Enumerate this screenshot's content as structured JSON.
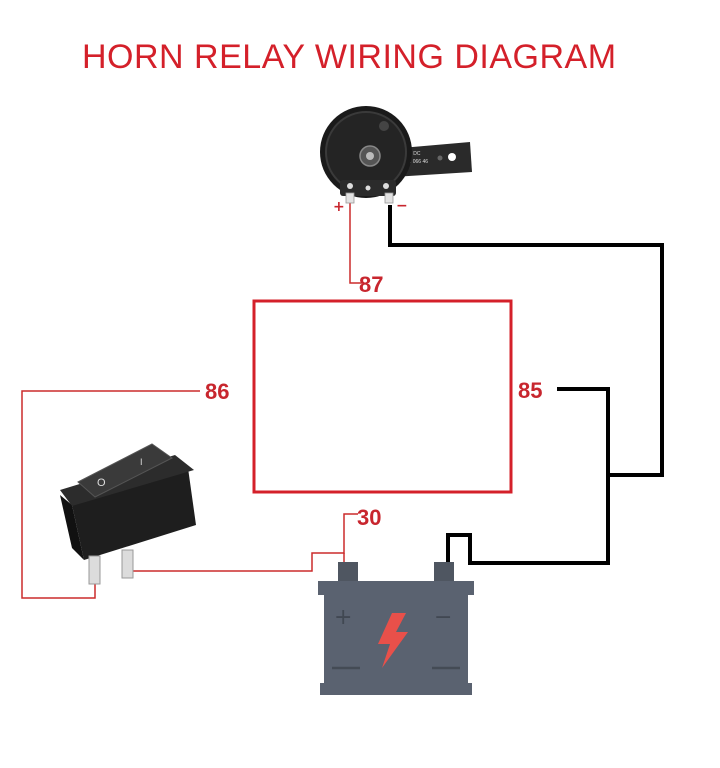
{
  "title": "HORN RELAY WIRING DIAGRAM",
  "colors": {
    "title": "#d4202a",
    "wire_red": "#cc2b2b",
    "wire_black": "#000000",
    "battery": "#5a6270",
    "bolt": "#e8504a"
  },
  "relay": {
    "pin_87": "87",
    "pin_86": "86",
    "pin_85": "85",
    "pin_30": "30"
  },
  "horn": {
    "plus_label": "+",
    "minus_label": "−",
    "rating_text": "12V DC",
    "part_text": "922 066 46"
  },
  "battery": {
    "plus_label": "+",
    "minus_label": "−",
    "icon": "lightning-bolt-icon"
  },
  "switch": {
    "off_mark": "O",
    "on_mark": "I"
  }
}
